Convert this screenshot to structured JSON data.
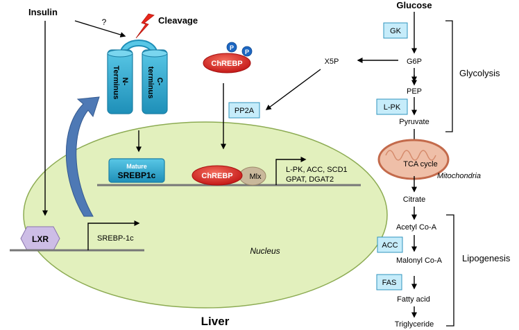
{
  "colors": {
    "nucleus_fill": "#e2f0bd",
    "nucleus_stroke": "#8cab52",
    "enzyme_box_fill": "#c6ecfa",
    "enzyme_box_stroke": "#2f93bd",
    "srebp_fill": "#2fb1d6",
    "chrebp_fill": "#d81e1e",
    "phospho_fill": "#1d67c2",
    "mlx_fill": "#c9b89b",
    "lxr_fill": "#cdbde6",
    "mito_fill": "#efbfa8",
    "mito_stroke": "#c36a4b",
    "curve_arrow_fill": "#4e79b5",
    "cleavage_color": "#e8261b"
  },
  "labels": {
    "insulin": "Insulin",
    "question": "?",
    "cleavage": "Cleavage",
    "n_terminus": "N-\nTerminus",
    "c_terminus": "C-\nterminus",
    "chrebp_top": "ChREBP",
    "phospho": "P",
    "pp2a": "PP2A",
    "mature": "Mature",
    "srebp1c": "SREBP1c",
    "chrebp_nuc": "ChREBP",
    "mlx": "Mlx",
    "targets_line1": "L-PK, ACC, SCD1",
    "targets_line2": "GPAT, DGAT2",
    "lxr": "LXR",
    "srebp1c_gene": "SREBP-1c",
    "nucleus": "Nucleus",
    "liver": "Liver",
    "glucose": "Glucose",
    "gk": "GK",
    "x5p": "X5P",
    "g6p": "G6P",
    "pep": "PEP",
    "lpk": "L-PK",
    "pyruvate": "Pyruvate",
    "glycolysis": "Glycolysis",
    "tca": "TCA cycle",
    "mitochondria": "Mitochondria",
    "citrate": "Citrate",
    "acetyl_coa": "Acetyl Co-A",
    "acc": "ACC",
    "malonyl_coa": "Malonyl Co-A",
    "lipogenesis": "Lipogenesis",
    "fas": "FAS",
    "fatty_acid": "Fatty acid",
    "triglyceride": "Triglyceride"
  }
}
